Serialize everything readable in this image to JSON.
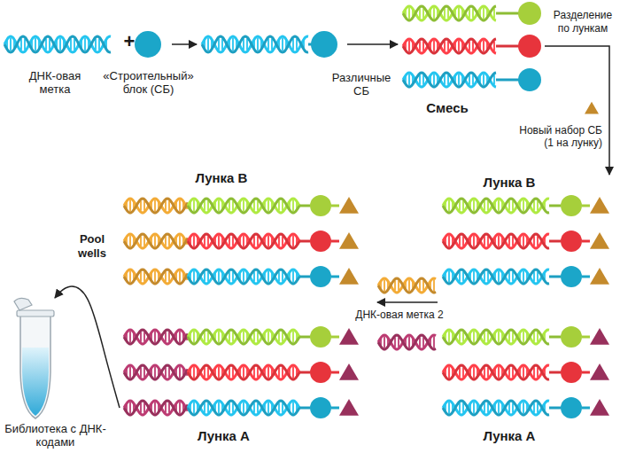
{
  "diagram": {
    "nodes": [
      {
        "text": [
          "ДНК-овая метка"
        ]
      },
      {
        "text": [
          "«Строительный» блок (СБ)"
        ]
      },
      {
        "text": [
          "Смесь"
        ]
      },
      {
        "text": [
          "Лунка В"
        ]
      },
      {
        "text": [
          "Лунка А"
        ]
      },
      {
        "text": [
          "Лунка В"
        ]
      },
      {
        "text": [
          "Лунка А"
        ]
      },
      {
        "text": [
          "Библиотека с ДНК-кодами"
        ]
      }
    ],
    "edges": [
      {
        "from": 2,
        "to": 3,
        "arrow": "to",
        "label": "Разделение по лункам"
      },
      {
        "from": 6,
        "to": 7,
        "arrow": "to",
        "label": "Pool wells"
      }
    ],
    "labels": [
      "+",
      "Различные СБ",
      "Новый набор СБ (1 на лунку)",
      "ДНК-овая метка 2"
    ]
  }
}
